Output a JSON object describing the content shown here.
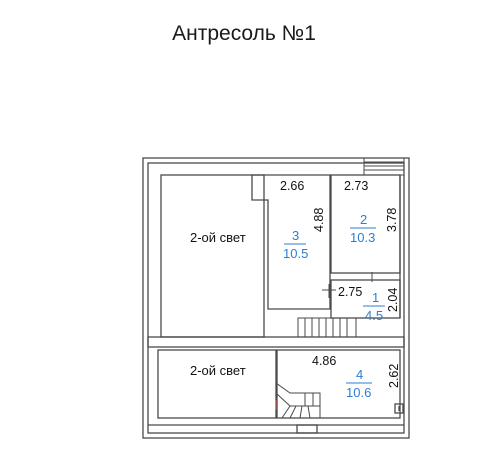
{
  "title": "Антресоль №1",
  "void_labels": [
    "2-ой свет",
    "2-ой свет"
  ],
  "rooms": [
    {
      "number": "3",
      "area": "10.5",
      "width": "2.66",
      "length": "4.88"
    },
    {
      "number": "2",
      "area": "10.3",
      "width": "2.73",
      "length": "3.78"
    },
    {
      "number": "1",
      "area": "4.5",
      "width": "2.75",
      "length": "2.04"
    },
    {
      "number": "4",
      "area": "10.6",
      "width": "4.86",
      "length": "2.62"
    }
  ],
  "colors": {
    "wall": "#4a4a4a",
    "area_text": "#2a7fd4",
    "fill": "#ffffff"
  }
}
